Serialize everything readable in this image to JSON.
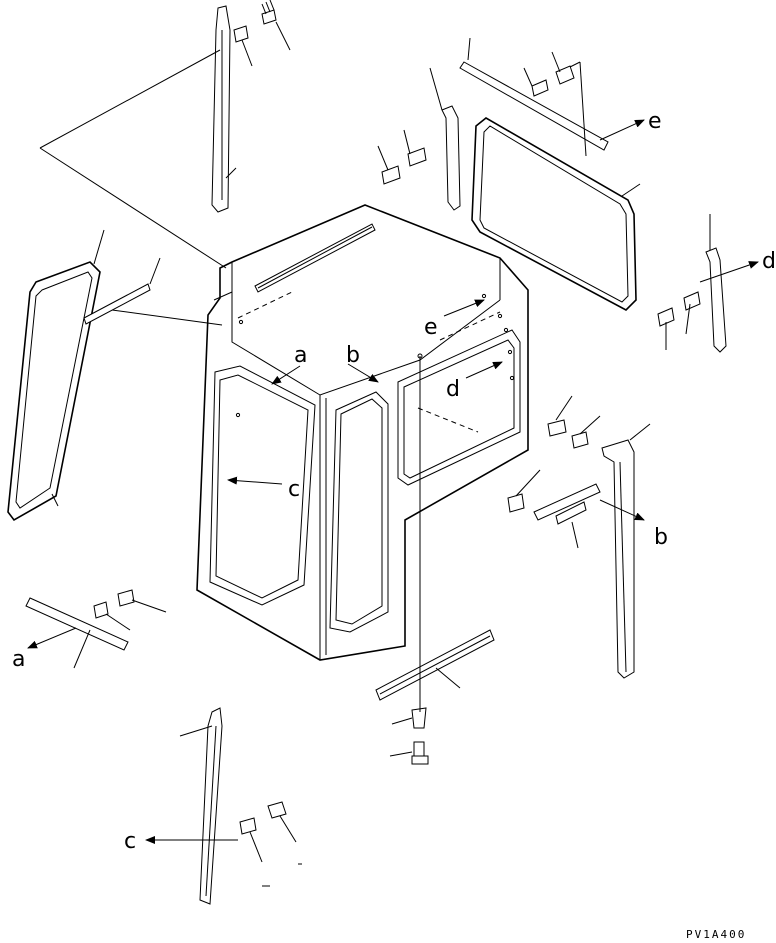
{
  "callouts": {
    "a": "a",
    "b": "b",
    "c": "c",
    "d": "d",
    "e": "e"
  },
  "drawing_code": "PV1A400"
}
